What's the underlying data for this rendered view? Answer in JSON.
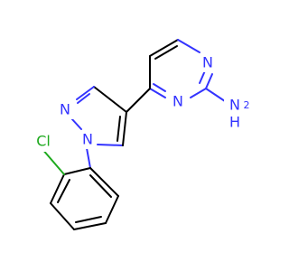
{
  "molecule": {
    "atoms": {
      "n_pyrimidine_top": "N",
      "n_pyrimidine_bottom": "N",
      "n_pyrazole_top": "N",
      "n_pyrazole_bottom": "N",
      "amine_n": "N",
      "amine_h": "H",
      "amine_h_count": "2",
      "chlorine": "Cl"
    },
    "colors": {
      "carbon_bond": "#000000",
      "nitrogen": "#3333ff",
      "chlorine": "#1eaa1e",
      "background": "#ffffff"
    }
  }
}
